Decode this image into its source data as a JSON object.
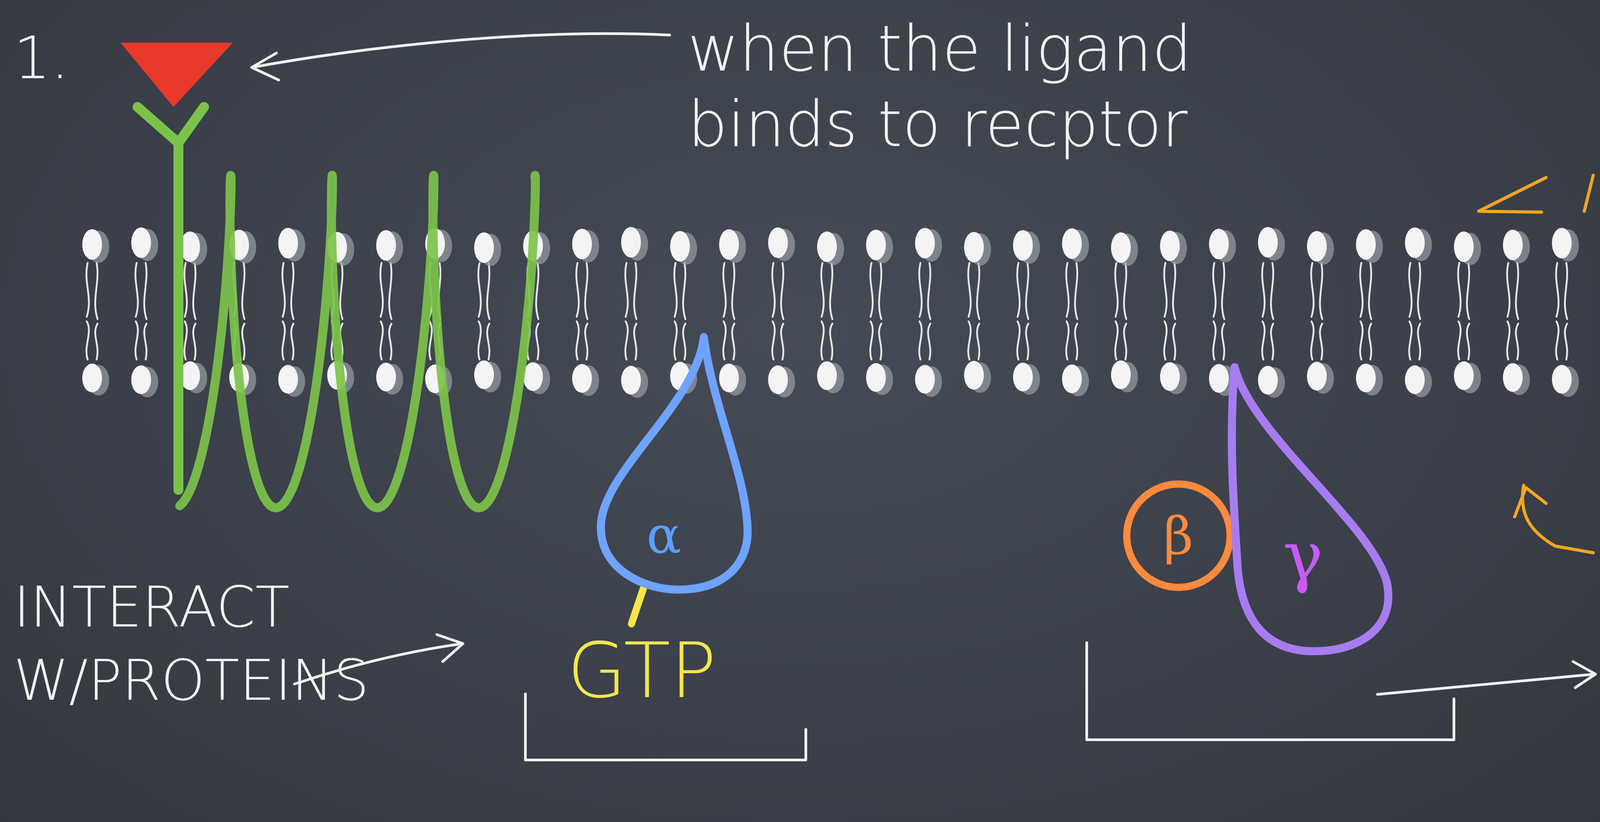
{
  "diagram": {
    "nodes": [
      {
        "text": [
          "α"
        ]
      },
      {
        "text": [
          "β"
        ]
      },
      {
        "text": [
          "γ"
        ]
      }
    ],
    "labels": [
      "1.",
      "when the ligand binds to recptor",
      "GTP",
      "INTERACT W/PROTEINS"
    ]
  }
}
